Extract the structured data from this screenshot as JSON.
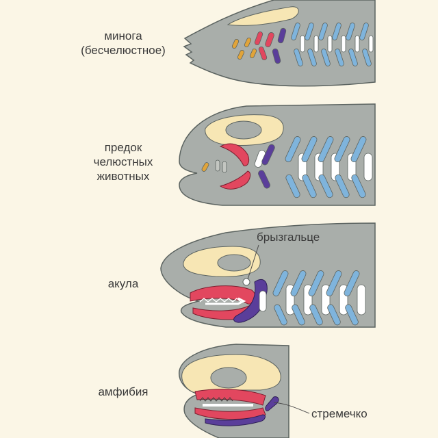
{
  "stages": [
    {
      "lines": [
        "минога",
        "(бесчелюстное)"
      ]
    },
    {
      "lines": [
        "предок",
        "челюстных",
        "животных"
      ]
    },
    {
      "lines": [
        "акула"
      ]
    },
    {
      "lines": [
        "амфибия"
      ]
    }
  ],
  "callouts": {
    "spiracle": "брызгальце",
    "stapes": "стремечко"
  },
  "colors": {
    "background": "#fbf6e6",
    "body": "#a9aeaa",
    "outline": "#5b6360",
    "skull": "#f7e6b4",
    "gill_arch": "#7fb4dc",
    "slit": "#ffffff",
    "mandibular": "#e2475f",
    "hyoid": "#5a3e9a",
    "premandibular": "#e1a43a"
  }
}
